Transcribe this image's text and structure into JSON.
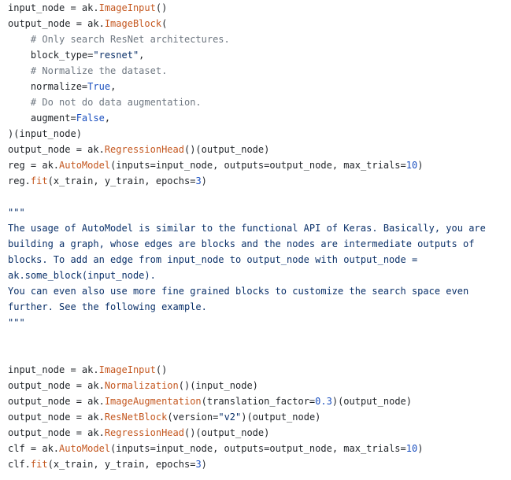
{
  "colors": {
    "background": "#ffffff",
    "plain": "#1f2328",
    "function": "#c4571f",
    "number": "#1a4fbf",
    "keyword": "#1a4fbf",
    "string": "#0a3069",
    "comment": "#6e7781",
    "docstring": "#0a3069"
  },
  "lines": [
    [
      {
        "t": "plain",
        "v": "input_node = ak."
      },
      {
        "t": "fn",
        "v": "ImageInput"
      },
      {
        "t": "plain",
        "v": "()"
      }
    ],
    [
      {
        "t": "plain",
        "v": "output_node = ak."
      },
      {
        "t": "fn",
        "v": "ImageBlock"
      },
      {
        "t": "plain",
        "v": "("
      }
    ],
    [
      {
        "t": "cmt",
        "v": "    # Only search ResNet architectures."
      }
    ],
    [
      {
        "t": "plain",
        "v": "    block_type="
      },
      {
        "t": "str",
        "v": "\"resnet\""
      },
      {
        "t": "plain",
        "v": ","
      }
    ],
    [
      {
        "t": "cmt",
        "v": "    # Normalize the dataset."
      }
    ],
    [
      {
        "t": "plain",
        "v": "    normalize="
      },
      {
        "t": "kw",
        "v": "True"
      },
      {
        "t": "plain",
        "v": ","
      }
    ],
    [
      {
        "t": "cmt",
        "v": "    # Do not do data augmentation."
      }
    ],
    [
      {
        "t": "plain",
        "v": "    augment="
      },
      {
        "t": "kw",
        "v": "False"
      },
      {
        "t": "plain",
        "v": ","
      }
    ],
    [
      {
        "t": "plain",
        "v": ")(input_node)"
      }
    ],
    [
      {
        "t": "plain",
        "v": "output_node = ak."
      },
      {
        "t": "fn",
        "v": "RegressionHead"
      },
      {
        "t": "plain",
        "v": "()(output_node)"
      }
    ],
    [
      {
        "t": "plain",
        "v": "reg = ak."
      },
      {
        "t": "fn",
        "v": "AutoModel"
      },
      {
        "t": "plain",
        "v": "(inputs=input_node, outputs=output_node, max_trials="
      },
      {
        "t": "num",
        "v": "10"
      },
      {
        "t": "plain",
        "v": ")"
      }
    ],
    [
      {
        "t": "plain",
        "v": "reg."
      },
      {
        "t": "fn",
        "v": "fit"
      },
      {
        "t": "plain",
        "v": "(x_train, y_train, epochs="
      },
      {
        "t": "num",
        "v": "3"
      },
      {
        "t": "plain",
        "v": ")"
      }
    ],
    [],
    [
      {
        "t": "doc",
        "v": "\"\"\""
      }
    ],
    [
      {
        "t": "doc",
        "v": "The usage of AutoModel is similar to the functional API of Keras. Basically, you are"
      }
    ],
    [
      {
        "t": "doc",
        "v": "building a graph, whose edges are blocks and the nodes are intermediate outputs of"
      }
    ],
    [
      {
        "t": "doc",
        "v": "blocks. To add an edge from input_node to output_node with output_node ="
      }
    ],
    [
      {
        "t": "doc",
        "v": "ak.some_block(input_node)."
      }
    ],
    [
      {
        "t": "doc",
        "v": "You can even also use more fine grained blocks to customize the search space even"
      }
    ],
    [
      {
        "t": "doc",
        "v": "further. See the following example."
      }
    ],
    [
      {
        "t": "doc",
        "v": "\"\"\""
      }
    ],
    [],
    [],
    [
      {
        "t": "plain",
        "v": "input_node = ak."
      },
      {
        "t": "fn",
        "v": "ImageInput"
      },
      {
        "t": "plain",
        "v": "()"
      }
    ],
    [
      {
        "t": "plain",
        "v": "output_node = ak."
      },
      {
        "t": "fn",
        "v": "Normalization"
      },
      {
        "t": "plain",
        "v": "()(input_node)"
      }
    ],
    [
      {
        "t": "plain",
        "v": "output_node = ak."
      },
      {
        "t": "fn",
        "v": "ImageAugmentation"
      },
      {
        "t": "plain",
        "v": "(translation_factor="
      },
      {
        "t": "num",
        "v": "0.3"
      },
      {
        "t": "plain",
        "v": ")(output_node)"
      }
    ],
    [
      {
        "t": "plain",
        "v": "output_node = ak."
      },
      {
        "t": "fn",
        "v": "ResNetBlock"
      },
      {
        "t": "plain",
        "v": "(version="
      },
      {
        "t": "str",
        "v": "\"v2\""
      },
      {
        "t": "plain",
        "v": ")(output_node)"
      }
    ],
    [
      {
        "t": "plain",
        "v": "output_node = ak."
      },
      {
        "t": "fn",
        "v": "RegressionHead"
      },
      {
        "t": "plain",
        "v": "()(output_node)"
      }
    ],
    [
      {
        "t": "plain",
        "v": "clf = ak."
      },
      {
        "t": "fn",
        "v": "AutoModel"
      },
      {
        "t": "plain",
        "v": "(inputs=input_node, outputs=output_node, max_trials="
      },
      {
        "t": "num",
        "v": "10"
      },
      {
        "t": "plain",
        "v": ")"
      }
    ],
    [
      {
        "t": "plain",
        "v": "clf."
      },
      {
        "t": "fn",
        "v": "fit"
      },
      {
        "t": "plain",
        "v": "(x_train, y_train, epochs="
      },
      {
        "t": "num",
        "v": "3"
      },
      {
        "t": "plain",
        "v": ")"
      }
    ]
  ]
}
